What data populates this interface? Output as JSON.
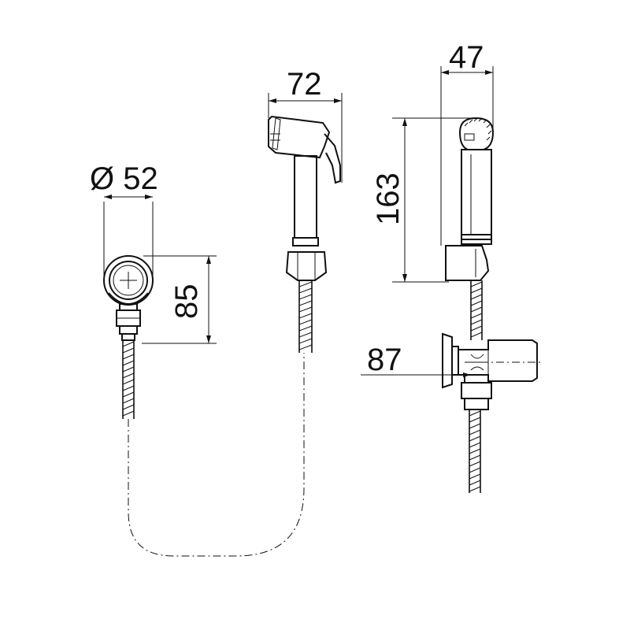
{
  "dimensions": {
    "diameter_label": "Ø 52",
    "holder_height": "85",
    "spray_width": "72",
    "side_depth": "47",
    "side_height": "163",
    "valve_offset": "87"
  },
  "colors": {
    "line": "#111111",
    "background": "#ffffff"
  }
}
